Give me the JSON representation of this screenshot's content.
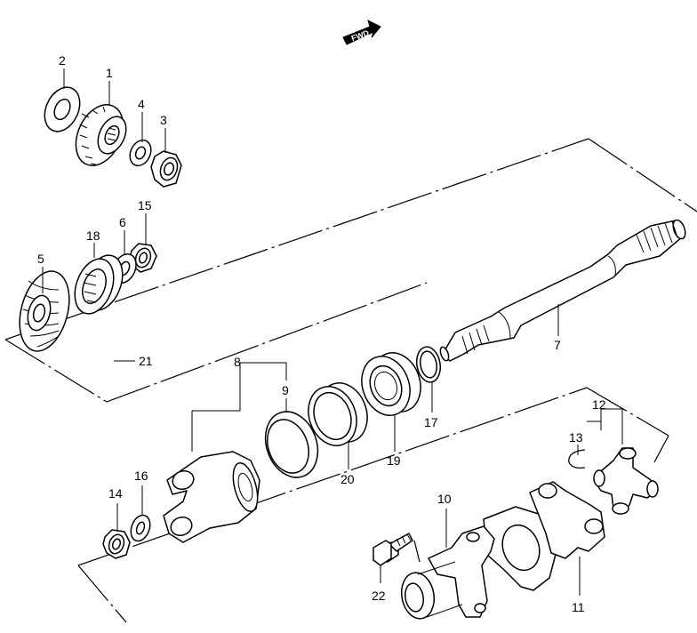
{
  "diagram": {
    "direction_marker": "FWD",
    "callouts": {
      "c1": "1",
      "c2": "2",
      "c3": "3",
      "c4": "4",
      "c5": "5",
      "c6": "6",
      "c7": "7",
      "c8": "8",
      "c9": "9",
      "c10": "10",
      "c11": "11",
      "c12": "12",
      "c13": "13",
      "c14": "14",
      "c15": "15",
      "c16": "16",
      "c17": "17",
      "c18": "18",
      "c19": "19",
      "c20": "20",
      "c21": "21",
      "c22": "22"
    }
  }
}
